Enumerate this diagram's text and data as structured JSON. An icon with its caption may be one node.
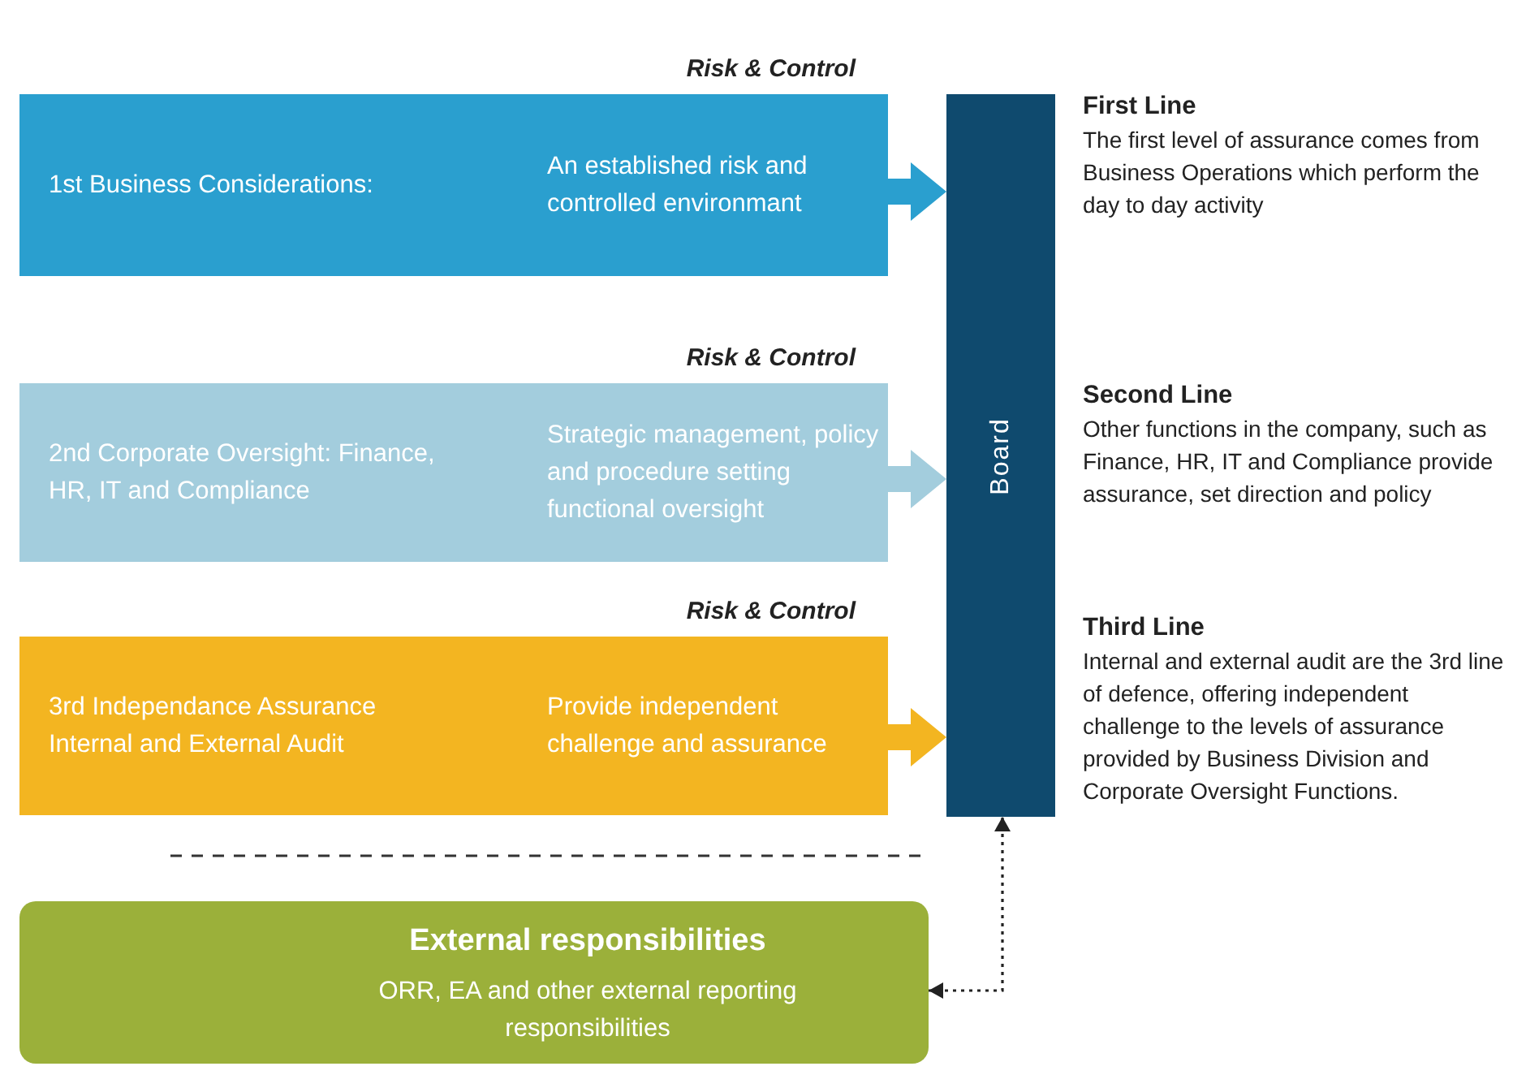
{
  "diagram": {
    "nodes": [
      {
        "text": [
          "1st Business Considerations:",
          "An established risk and controlled environmant"
        ],
        "beside": [
          "Risk & Control"
        ]
      },
      {
        "text": [
          "2nd Corporate Oversight: Finance, HR, IT and Compliance",
          "Strategic management, policy and procedure setting functional oversight"
        ],
        "beside": [
          "Risk & Control"
        ]
      },
      {
        "text": [
          "3rd Independance Assurance Internal and External Audit",
          "Provide independent challenge and assurance"
        ],
        "beside": [
          "Risk & Control"
        ]
      },
      {
        "text": [
          "Board"
        ]
      },
      {
        "text": [
          "External responsibilities",
          "ORR, EA and other external reporting responsibilities"
        ]
      }
    ],
    "edges": [
      {
        "from": 0,
        "to": 3,
        "arrow": "to",
        "color": "#2a9fcf"
      },
      {
        "from": 1,
        "to": 3,
        "arrow": "to",
        "color": "#a3cddd"
      },
      {
        "from": 2,
        "to": 3,
        "arrow": "to",
        "color": "#f3b521"
      },
      {
        "from": 4,
        "to": 3,
        "arrow": "both",
        "style": "dashed",
        "color": "#222222"
      }
    ],
    "labels": [
      "First Line",
      "The first level of assurance comes from Business Operations which perform the day to day activity",
      "Second Line",
      "Other functions in the company, such as Finance, HR, IT and Compliance provide assurance, set direction and policy",
      "Third Line",
      "Internal and external audit are the 3rd line of defence, offering independent challenge to the levels of assurance provided by Business Division and Corporate Oversight Functions."
    ]
  }
}
